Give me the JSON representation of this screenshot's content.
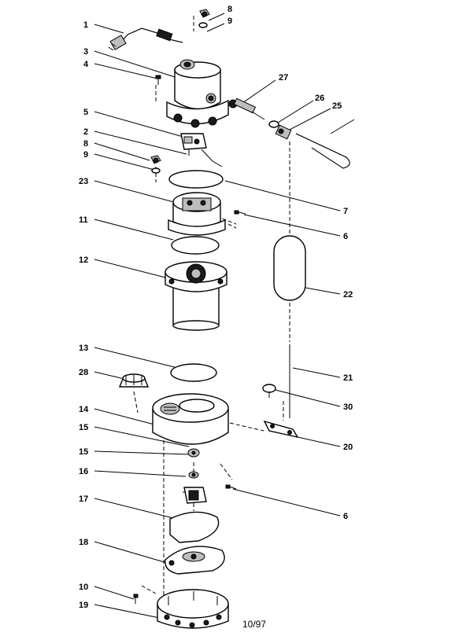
{
  "callouts": [
    "1",
    "3",
    "4",
    "8",
    "9",
    "27",
    "26",
    "25",
    "5",
    "2",
    "8",
    "9",
    "23",
    "7",
    "6",
    "11",
    "12",
    "22",
    "13",
    "28",
    "21",
    "14",
    "30",
    "15",
    "20",
    "15",
    "16",
    "6",
    "17",
    "18",
    "10",
    "19"
  ],
  "footer": {
    "date_code": "10/97"
  }
}
